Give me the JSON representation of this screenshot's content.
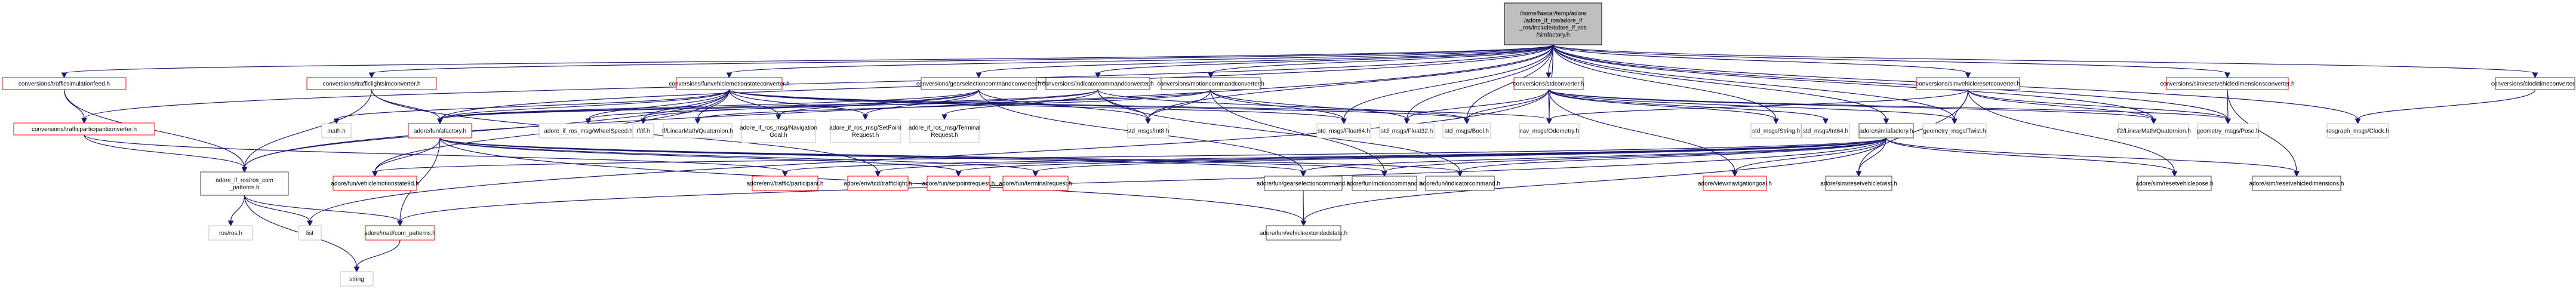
{
  "title": "Include dependency graph for simfactory.h",
  "colors": {
    "edge": "#191970",
    "root_fill": "#bfbfbf",
    "root_border": "#000000",
    "documented_border": "#404040",
    "has_more_border": "#ff0000",
    "external_border": "#bfbfbf",
    "node_fill": "#ffffff"
  },
  "nodes": [
    {
      "id": "root",
      "kind": "root",
      "lines": [
        "/home/fascar/temp/adore",
        "/adore_if_ros/adore_if",
        "_ros/include/adore_if_ros",
        "/simfactory.h"
      ]
    },
    {
      "id": "trafficsimulationfeed",
      "kind": "truncated",
      "lines": [
        "conversions/trafficsimulationfeed.h"
      ]
    },
    {
      "id": "trafficlightsimconverter",
      "kind": "truncated",
      "lines": [
        "conversions/trafficlightsimconverter.h"
      ]
    },
    {
      "id": "funvehiclemotionstateconverter",
      "kind": "truncated",
      "lines": [
        "conversions/funvehiclemotionstateconverter.h"
      ]
    },
    {
      "id": "gearselectioncommandconverter",
      "kind": "documented",
      "lines": [
        "conversions/gearselectioncommandconverter.h"
      ]
    },
    {
      "id": "indicatorcommandconverter",
      "kind": "documented",
      "lines": [
        "conversions/indicatorcommandconverter.h"
      ]
    },
    {
      "id": "motioncommandconverter",
      "kind": "documented",
      "lines": [
        "conversions/motioncommandconverter.h"
      ]
    },
    {
      "id": "stdconverter",
      "kind": "truncated",
      "lines": [
        "conversions/stdconverter.h"
      ]
    },
    {
      "id": "simvehicleresetconverter",
      "kind": "truncated",
      "lines": [
        "conversions/simvehicleresetconverter.h"
      ]
    },
    {
      "id": "simresetvehicledimensionsconverter",
      "kind": "truncated",
      "lines": [
        "conversions/simresetvehicledimensionsconverter.h"
      ]
    },
    {
      "id": "clocktimeconverter",
      "kind": "documented",
      "lines": [
        "conversions/clocktimeconverter.h"
      ]
    },
    {
      "id": "trafficparticipantconverter",
      "kind": "truncated",
      "lines": [
        "conversions/trafficparticipantconverter.h"
      ]
    },
    {
      "id": "math",
      "kind": "external",
      "lines": [
        "math.h"
      ]
    },
    {
      "id": "funafactory",
      "kind": "truncated",
      "lines": [
        "adore/fun/afactory.h"
      ]
    },
    {
      "id": "wheelspeed",
      "kind": "external",
      "lines": [
        "adore_if_ros_msg/WheelSpeed.h"
      ]
    },
    {
      "id": "tf",
      "kind": "external",
      "lines": [
        "tf/tf.h"
      ]
    },
    {
      "id": "tfquat",
      "kind": "external",
      "lines": [
        "tf/LinearMath/Quaternion.h"
      ]
    },
    {
      "id": "navgoal",
      "kind": "external",
      "lines": [
        "adore_if_ros_msg/Navigation",
        "Goal.h"
      ]
    },
    {
      "id": "setpointreqmsg",
      "kind": "external",
      "lines": [
        "adore_if_ros_msg/SetPoint",
        "Request.h"
      ]
    },
    {
      "id": "terminalreqmsg",
      "kind": "external",
      "lines": [
        "adore_if_ros_msg/Terminal",
        "Request.h"
      ]
    },
    {
      "id": "int8",
      "kind": "external",
      "lines": [
        "std_msgs/Int8.h"
      ]
    },
    {
      "id": "float64",
      "kind": "external",
      "lines": [
        "std_msgs/Float64.h"
      ]
    },
    {
      "id": "float32",
      "kind": "external",
      "lines": [
        "std_msgs/Float32.h"
      ]
    },
    {
      "id": "bool",
      "kind": "external",
      "lines": [
        "std_msgs/Bool.h"
      ]
    },
    {
      "id": "odometry",
      "kind": "external",
      "lines": [
        "nav_msgs/Odometry.h"
      ]
    },
    {
      "id": "string_msg",
      "kind": "external",
      "lines": [
        "std_msgs/String.h"
      ]
    },
    {
      "id": "int64",
      "kind": "external",
      "lines": [
        "std_msgs/Int64.h"
      ]
    },
    {
      "id": "simafactory",
      "kind": "documented",
      "lines": [
        "adore/sim/afactory.h"
      ]
    },
    {
      "id": "twist",
      "kind": "external",
      "lines": [
        "geometry_msgs/Twist.h"
      ]
    },
    {
      "id": "tf2quat",
      "kind": "external",
      "lines": [
        "tf2/LinearMath/Quaternion.h"
      ]
    },
    {
      "id": "pose",
      "kind": "external",
      "lines": [
        "geometry_msgs/Pose.h"
      ]
    },
    {
      "id": "clock",
      "kind": "external",
      "lines": [
        "rosgraph_msgs/Clock.h"
      ]
    },
    {
      "id": "roscompatterns",
      "kind": "documented",
      "lines": [
        "adore_if_ros/ros_com",
        "_patterns.h"
      ]
    },
    {
      "id": "vms9d",
      "kind": "truncated",
      "lines": [
        "adore/fun/vehiclemotionstate9d.h"
      ]
    },
    {
      "id": "participant",
      "kind": "truncated",
      "lines": [
        "adore/env/traffic/participant.h"
      ]
    },
    {
      "id": "trafficlight",
      "kind": "truncated",
      "lines": [
        "adore/env/tcd/trafficlight.h"
      ]
    },
    {
      "id": "setpointrequest",
      "kind": "truncated",
      "lines": [
        "adore/fun/setpointrequest.h"
      ]
    },
    {
      "id": "terminalrequest",
      "kind": "truncated",
      "lines": [
        "adore/fun/terminalrequest.h"
      ]
    },
    {
      "id": "gearselectioncommand",
      "kind": "documented",
      "lines": [
        "adore/fun/gearselectioncommand.h"
      ]
    },
    {
      "id": "motioncommand",
      "kind": "documented",
      "lines": [
        "adore/fun/motioncommand.h"
      ]
    },
    {
      "id": "indicatorcommand",
      "kind": "documented",
      "lines": [
        "adore/fun/indicatorcommand.h"
      ]
    },
    {
      "id": "navigationgoal",
      "kind": "truncated",
      "lines": [
        "adore/view/navigationgoal.h"
      ]
    },
    {
      "id": "resetvehicletwist",
      "kind": "documented",
      "lines": [
        "adore/sim/resetvehicletwist.h"
      ]
    },
    {
      "id": "resetvehiclepose",
      "kind": "documented",
      "lines": [
        "adore/sim/resetvehiclepose.h"
      ]
    },
    {
      "id": "resetvehicledimensions",
      "kind": "documented",
      "lines": [
        "adore/sim/resetvehicledimensions.h"
      ]
    },
    {
      "id": "rosh",
      "kind": "external",
      "lines": [
        "ros/ros.h"
      ]
    },
    {
      "id": "list",
      "kind": "external",
      "lines": [
        "list"
      ]
    },
    {
      "id": "comPatterns",
      "kind": "truncated",
      "lines": [
        "adore/mad/com_patterns.h"
      ]
    },
    {
      "id": "vehicleextendedstate",
      "kind": "documented",
      "lines": [
        "adore/fun/vehicleextendedstate.h"
      ]
    },
    {
      "id": "stringh",
      "kind": "external",
      "lines": [
        "string"
      ]
    }
  ],
  "edges": [
    [
      "root",
      "trafficsimulationfeed"
    ],
    [
      "root",
      "trafficlightsimconverter"
    ],
    [
      "root",
      "funvehiclemotionstateconverter"
    ],
    [
      "root",
      "gearselectioncommandconverter"
    ],
    [
      "root",
      "indicatorcommandconverter"
    ],
    [
      "root",
      "motioncommandconverter"
    ],
    [
      "root",
      "stdconverter"
    ],
    [
      "root",
      "simvehicleresetconverter"
    ],
    [
      "root",
      "simresetvehicledimensionsconverter"
    ],
    [
      "root",
      "clocktimeconverter"
    ],
    [
      "root",
      "trafficparticipantconverter"
    ],
    [
      "root",
      "funafactory"
    ],
    [
      "root",
      "simafactory"
    ],
    [
      "root",
      "roscompatterns"
    ],
    [
      "root",
      "odometry"
    ],
    [
      "root",
      "bool"
    ],
    [
      "root",
      "float32"
    ],
    [
      "root",
      "float64"
    ],
    [
      "root",
      "int8"
    ],
    [
      "root",
      "string_msg"
    ],
    [
      "root",
      "twist"
    ],
    [
      "root",
      "pose"
    ],
    [
      "root",
      "clock"
    ],
    [
      "root",
      "tf2quat"
    ],
    [
      "trafficsimulationfeed",
      "trafficparticipantconverter"
    ],
    [
      "trafficsimulationfeed",
      "roscompatterns"
    ],
    [
      "trafficparticipantconverter",
      "roscompatterns"
    ],
    [
      "trafficparticipantconverter",
      "participant"
    ],
    [
      "trafficlightsimconverter",
      "funafactory"
    ],
    [
      "trafficlightsimconverter",
      "roscompatterns"
    ],
    [
      "trafficlightsimconverter",
      "trafficlight"
    ],
    [
      "funvehiclemotionstateconverter",
      "wheelspeed"
    ],
    [
      "funvehiclemotionstateconverter",
      "tf"
    ],
    [
      "funvehiclemotionstateconverter",
      "tfquat"
    ],
    [
      "funvehiclemotionstateconverter",
      "navgoal"
    ],
    [
      "funvehiclemotionstateconverter",
      "setpointreqmsg"
    ],
    [
      "funvehiclemotionstateconverter",
      "odometry"
    ],
    [
      "funvehiclemotionstateconverter",
      "funafactory"
    ],
    [
      "funvehiclemotionstateconverter",
      "math"
    ],
    [
      "funvehiclemotionstateconverter",
      "roscompatterns"
    ],
    [
      "funvehiclemotionstateconverter",
      "vms9d"
    ],
    [
      "funvehiclemotionstateconverter",
      "float64"
    ],
    [
      "funvehiclemotionstateconverter",
      "bool"
    ],
    [
      "gearselectioncommandconverter",
      "navgoal"
    ],
    [
      "gearselectioncommandconverter",
      "setpointreqmsg"
    ],
    [
      "gearselectioncommandconverter",
      "int8"
    ],
    [
      "gearselectioncommandconverter",
      "funafactory"
    ],
    [
      "gearselectioncommandconverter",
      "gearselectioncommand"
    ],
    [
      "gearselectioncommandconverter",
      "tf"
    ],
    [
      "indicatorcommandconverter",
      "terminalreqmsg"
    ],
    [
      "indicatorcommandconverter",
      "bool"
    ],
    [
      "indicatorcommandconverter",
      "int8"
    ],
    [
      "indicatorcommandconverter",
      "funafactory"
    ],
    [
      "indicatorcommandconverter",
      "indicatorcommand"
    ],
    [
      "indicatorcommandconverter",
      "wheelspeed"
    ],
    [
      "motioncommandconverter",
      "float64"
    ],
    [
      "motioncommandconverter",
      "float32"
    ],
    [
      "motioncommandconverter",
      "int8"
    ],
    [
      "motioncommandconverter",
      "funafactory"
    ],
    [
      "motioncommandconverter",
      "motioncommand"
    ],
    [
      "motioncommandconverter",
      "tfquat"
    ],
    [
      "stdconverter",
      "odometry"
    ],
    [
      "stdconverter",
      "string_msg"
    ],
    [
      "stdconverter",
      "int64"
    ],
    [
      "stdconverter",
      "bool"
    ],
    [
      "stdconverter",
      "float32"
    ],
    [
      "stdconverter",
      "twist"
    ],
    [
      "stdconverter",
      "pose"
    ],
    [
      "stdconverter",
      "tf2quat"
    ],
    [
      "stdconverter",
      "navigationgoal"
    ],
    [
      "stdconverter",
      "list"
    ],
    [
      "simvehicleresetconverter",
      "twist"
    ],
    [
      "simvehicleresetconverter",
      "tf2quat"
    ],
    [
      "simvehicleresetconverter",
      "pose"
    ],
    [
      "simvehicleresetconverter",
      "resetvehicletwist"
    ],
    [
      "simvehicleresetconverter",
      "resetvehiclepose"
    ],
    [
      "simvehicleresetconverter",
      "odometry"
    ],
    [
      "simresetvehicledimensionsconverter",
      "resetvehicledimensions"
    ],
    [
      "simresetvehicledimensionsconverter",
      "pose"
    ],
    [
      "clocktimeconverter",
      "clock"
    ],
    [
      "funafactory",
      "vms9d"
    ],
    [
      "funafactory",
      "comPatterns"
    ],
    [
      "funafactory",
      "vehicleextendedstate"
    ],
    [
      "funafactory",
      "setpointrequest"
    ],
    [
      "funafactory",
      "terminalrequest"
    ],
    [
      "funafactory",
      "gearselectioncommand"
    ],
    [
      "funafactory",
      "motioncommand"
    ],
    [
      "funafactory",
      "indicatorcommand"
    ],
    [
      "simafactory",
      "participant"
    ],
    [
      "simafactory",
      "trafficlight"
    ],
    [
      "simafactory",
      "setpointrequest"
    ],
    [
      "simafactory",
      "terminalrequest"
    ],
    [
      "simafactory",
      "gearselectioncommand"
    ],
    [
      "simafactory",
      "motioncommand"
    ],
    [
      "simafactory",
      "indicatorcommand"
    ],
    [
      "simafactory",
      "navigationgoal"
    ],
    [
      "simafactory",
      "resetvehicletwist"
    ],
    [
      "simafactory",
      "resetvehiclepose"
    ],
    [
      "simafactory",
      "resetvehicledimensions"
    ],
    [
      "simafactory",
      "vms9d"
    ],
    [
      "simafactory",
      "comPatterns"
    ],
    [
      "simafactory",
      "vehicleextendedstate"
    ],
    [
      "roscompatterns",
      "rosh"
    ],
    [
      "roscompatterns",
      "list"
    ],
    [
      "roscompatterns",
      "stringh"
    ],
    [
      "roscompatterns",
      "comPatterns"
    ],
    [
      "comPatterns",
      "stringh"
    ],
    [
      "gearselectioncommand",
      "vehicleextendedstate"
    ]
  ]
}
